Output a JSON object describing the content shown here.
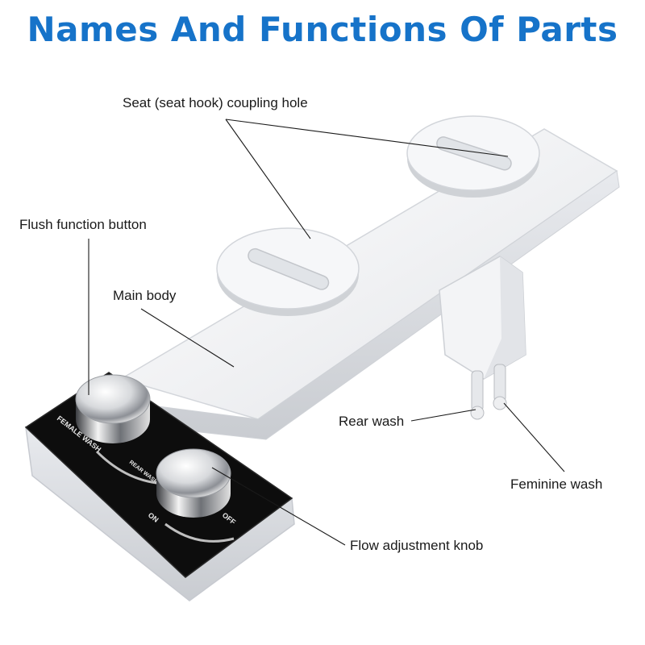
{
  "title": "Names And Functions Of Parts",
  "labels": {
    "coupling_hole": "Seat (seat hook) coupling hole",
    "flush_button": "Flush function button",
    "main_body": "Main body",
    "rear_wash": "Rear wash",
    "feminine_wash": "Feminine wash",
    "flow_knob": "Flow adjustment knob"
  },
  "panel_text": {
    "female_wash": "FEMALE WASH",
    "rear_wash": "REAR WASH",
    "on": "ON",
    "off": "OFF"
  },
  "colors": {
    "title": "#1673c9",
    "body": "#f2f3f5",
    "panel": "#0d0d0d",
    "chrome": "#d9dbde"
  }
}
